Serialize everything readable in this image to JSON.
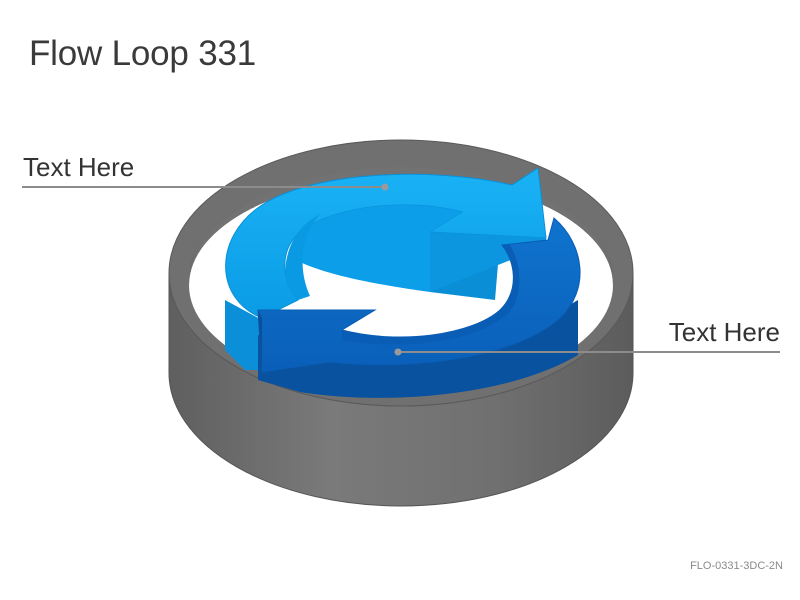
{
  "title": "Flow Loop 331",
  "labels": {
    "top": "Text Here",
    "bottom": "Text Here"
  },
  "footer_code": "FLO-0331-3DC-2N",
  "colors": {
    "ring": "#6e6e6e",
    "arrow_light": "#0aa6ee",
    "arrow_dark": "#0a67c4",
    "leader": "#8c8c8c"
  }
}
